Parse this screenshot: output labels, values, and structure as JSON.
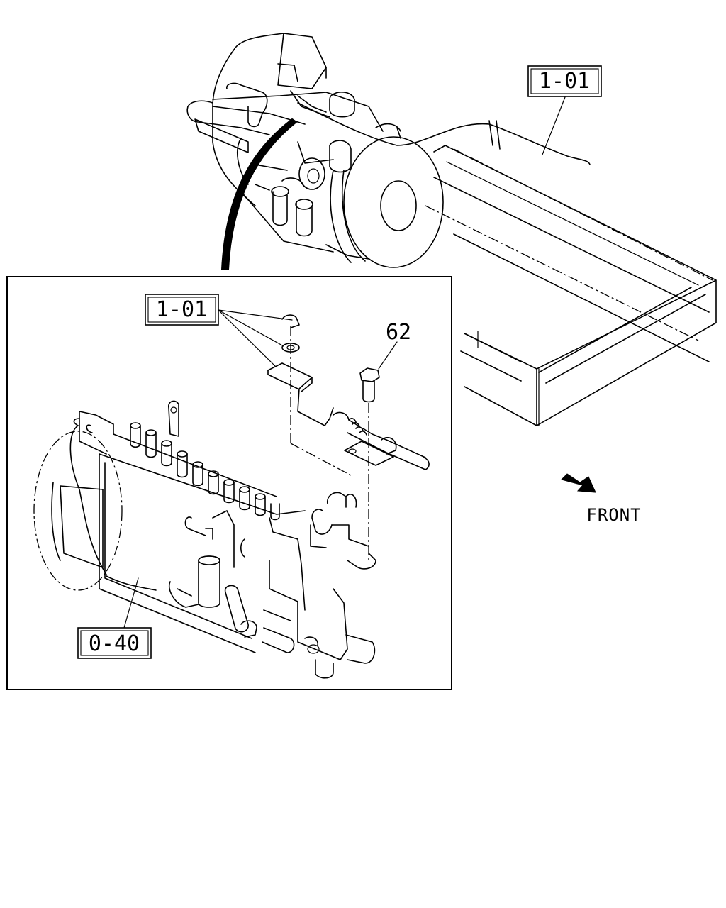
{
  "callouts": {
    "top_ref": "1-01",
    "inset_ref": "1-01",
    "part_62": "62",
    "bottom_ref": "0-40"
  },
  "orientation": {
    "label": "FRONT",
    "arrow_icon": "front-direction-arrow-icon"
  }
}
